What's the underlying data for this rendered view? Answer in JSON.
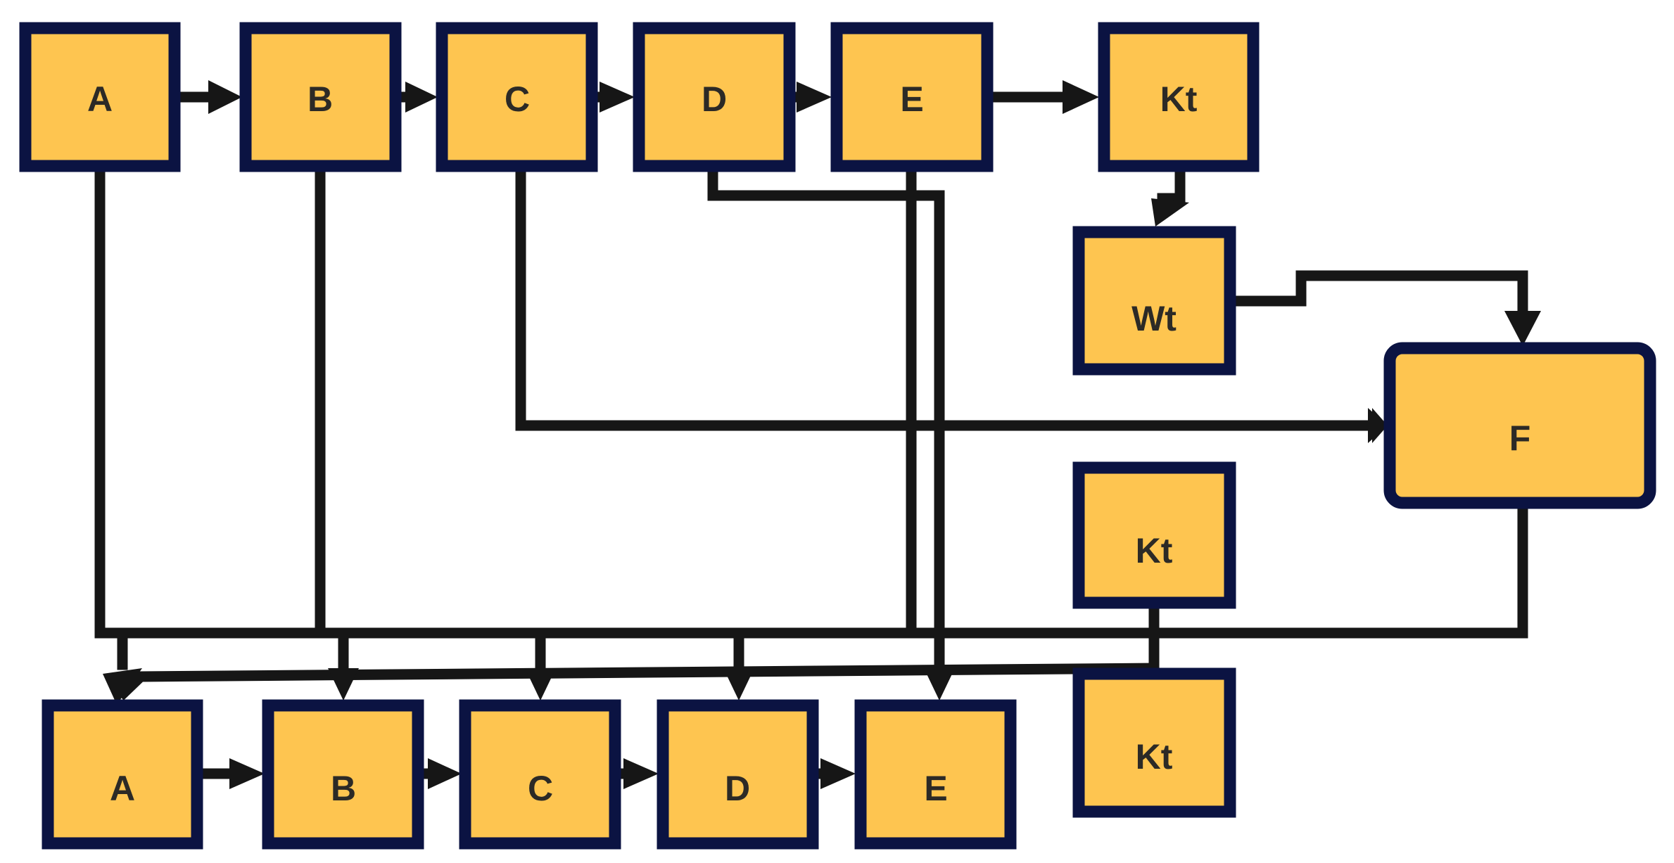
{
  "nodes": {
    "top_a": "A",
    "top_b": "B",
    "top_c": "C",
    "top_d": "D",
    "top_e": "E",
    "top_kt": "Kt",
    "wt": "Wt",
    "f": "F",
    "mid_kt": "Kt",
    "bottom_a": "A",
    "bottom_b": "B",
    "bottom_c": "C",
    "bottom_d": "D",
    "bottom_e": "E",
    "bottom_kt": "Kt"
  },
  "colors": {
    "box_fill": "#FEC550",
    "box_border": "#0b1342",
    "connector": "#161616",
    "label": "#2c2a26"
  }
}
